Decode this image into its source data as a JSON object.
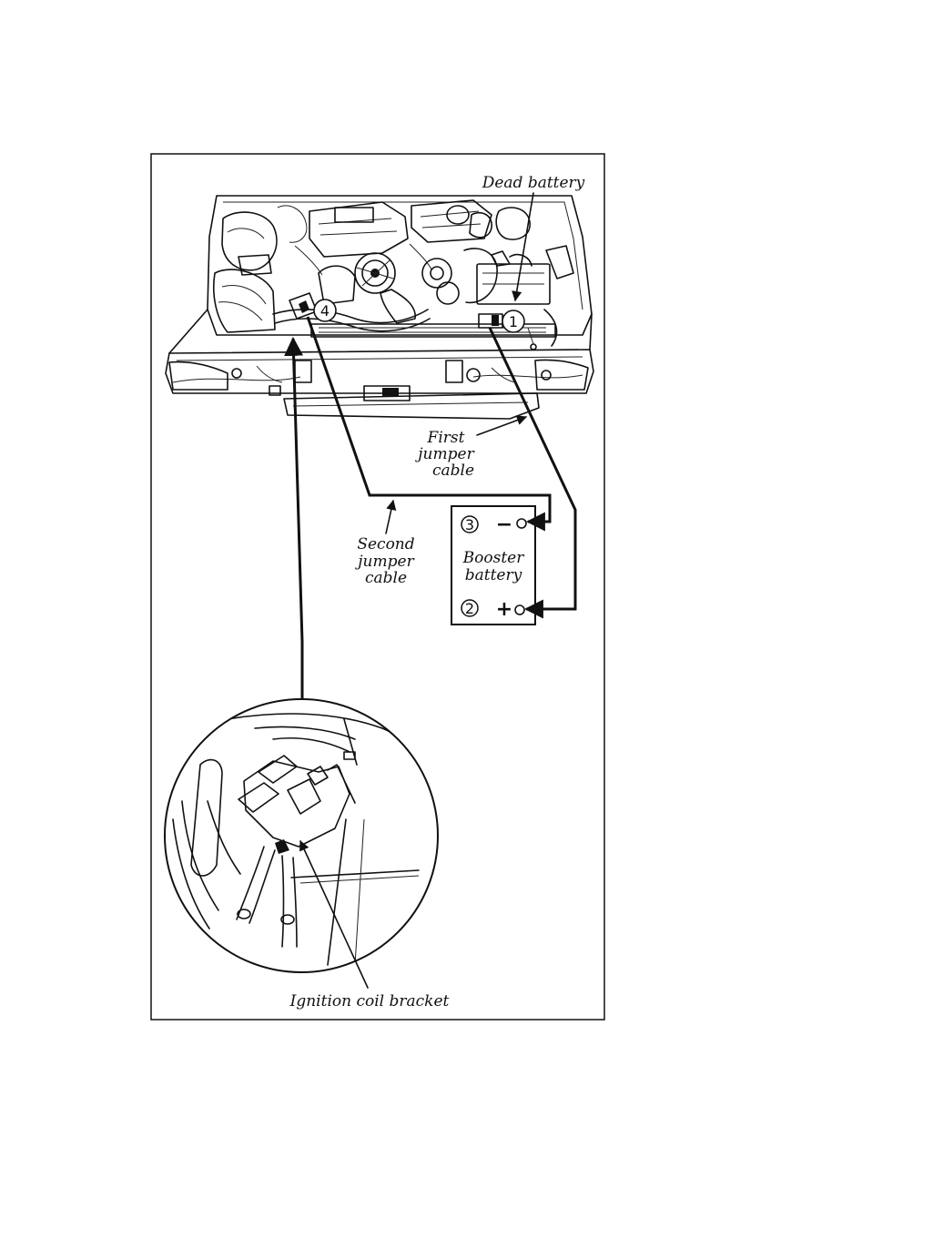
{
  "labels": {
    "dead_battery": "Dead battery",
    "first_cable_1": "First",
    "first_cable_2": "jumper",
    "first_cable_3": "cable",
    "second_cable_1": "Second",
    "second_cable_2": "jumper",
    "second_cable_3": "cable",
    "booster_1": "Booster",
    "booster_2": "battery",
    "ignition_coil": "Ignition coil bracket"
  },
  "steps": {
    "step1": "1",
    "step2": "2",
    "step3": "3",
    "step4": "4"
  },
  "terminals": {
    "negative": "−",
    "positive": "+"
  }
}
